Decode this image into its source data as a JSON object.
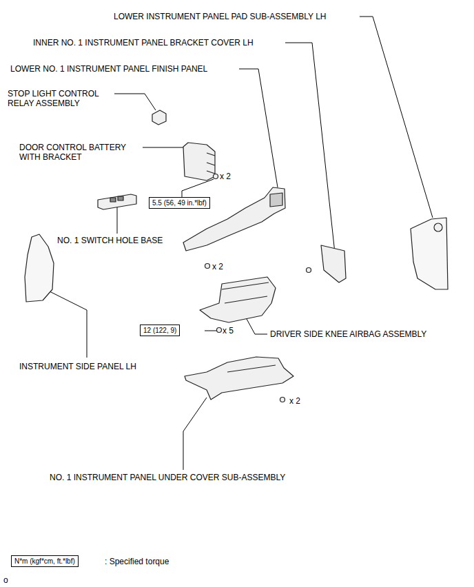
{
  "diagram": {
    "nodes": [
      {
        "text": [
          "5.5 (56, 49 in.*lbf)"
        ]
      },
      {
        "text": [
          "12 (122, 9)"
        ]
      },
      {
        "text": [
          "N*m (kgf*cm, ft.*lbf)"
        ]
      }
    ],
    "labels": [
      "LOWER INSTRUMENT PANEL PAD SUB-ASSEMBLY LH",
      "INNER NO. 1 INSTRUMENT PANEL BRACKET COVER LH",
      "LOWER NO. 1 INSTRUMENT PANEL FINISH PANEL",
      "STOP LIGHT CONTROL RELAY ASSEMBLY",
      "DOOR CONTROL BATTERY WITH BRACKET",
      "x 2",
      "NO. 1 SWITCH HOLE BASE",
      "x 2",
      "INSTRUMENT SIDE PANEL LH",
      "x 5",
      "DRIVER SIDE KNEE AIRBAG ASSEMBLY",
      "x 2",
      "NO. 1 INSTRUMENT PANEL UNDER COVER SUB-ASSEMBLY",
      ": Specified torque",
      "o"
    ]
  }
}
